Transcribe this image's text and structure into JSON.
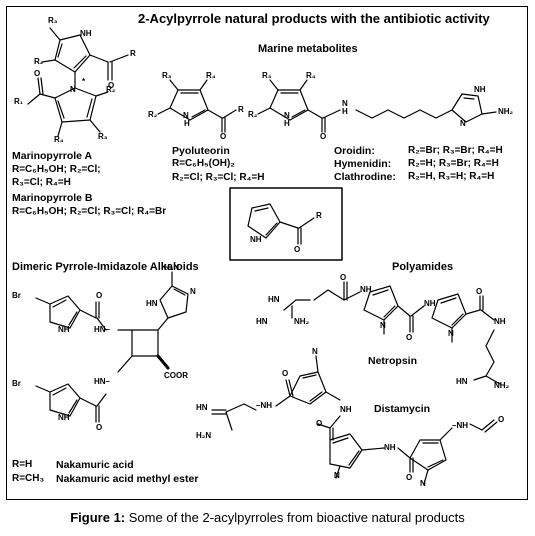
{
  "figure": {
    "title": "2-Acylpyrrole natural products with the antibiotic activity",
    "caption_label": "Figure 1:",
    "caption_text": "Some of the 2-acylpyrroles from bioactive natural products"
  },
  "sections": {
    "marine": "Marine metabolites",
    "dimeric": "Dimeric Pyrrole-Imidazole Alkaloids",
    "polyamides": "Polyamides"
  },
  "compounds": {
    "marinopyrrole_a": {
      "name": "Marinopyrrole A",
      "line1": "R=C₆H₅OH; R₂=Cl;",
      "line2": "R₃=Cl; R₄=H"
    },
    "marinopyrrole_b": {
      "name": "Marinopyrrole B",
      "line1": "R=C₆H₅OH; R₂=Cl; R₃=Cl; R₄=Br"
    },
    "pyoluteorin": {
      "name": "Pyoluteorin",
      "line1": "R=C₆H₅(OH)₂",
      "line2": "R₂=Cl; R₃=Cl; R₄=H"
    },
    "oroidin": {
      "name": "Oroidin:",
      "subs": "R₂=Br; R₃=Br; R₄=H"
    },
    "hymenidin": {
      "name": "Hymenidin:",
      "subs": "R₂=H; R₃=Br; R₄=H"
    },
    "clathrodine": {
      "name": "Clathrodine:",
      "subs": "R₂=H, R₃=H; R₄=H"
    },
    "nakamuric_acid": {
      "r": "R=H",
      "name": "Nakamuric acid"
    },
    "nakamuric_ester": {
      "r": "R=CH₃",
      "name": "Nakamuric acid methyl ester"
    },
    "netropsin": {
      "name": "Netropsin"
    },
    "distamycin": {
      "name": "Distamycin"
    }
  },
  "atoms": {
    "r": "R",
    "r1": "R₁",
    "r2": "R₂",
    "r3": "R₃",
    "r4": "R₄",
    "star": "*",
    "nh": "NH",
    "n": "N",
    "h": "H",
    "o": "O",
    "br": "Br",
    "h2n": "H₂N",
    "nh2": "NH₂",
    "hn": "HN",
    "hn_dash": "HN–",
    "nh_dash": "–NH",
    "cooh_r": "COOR"
  }
}
